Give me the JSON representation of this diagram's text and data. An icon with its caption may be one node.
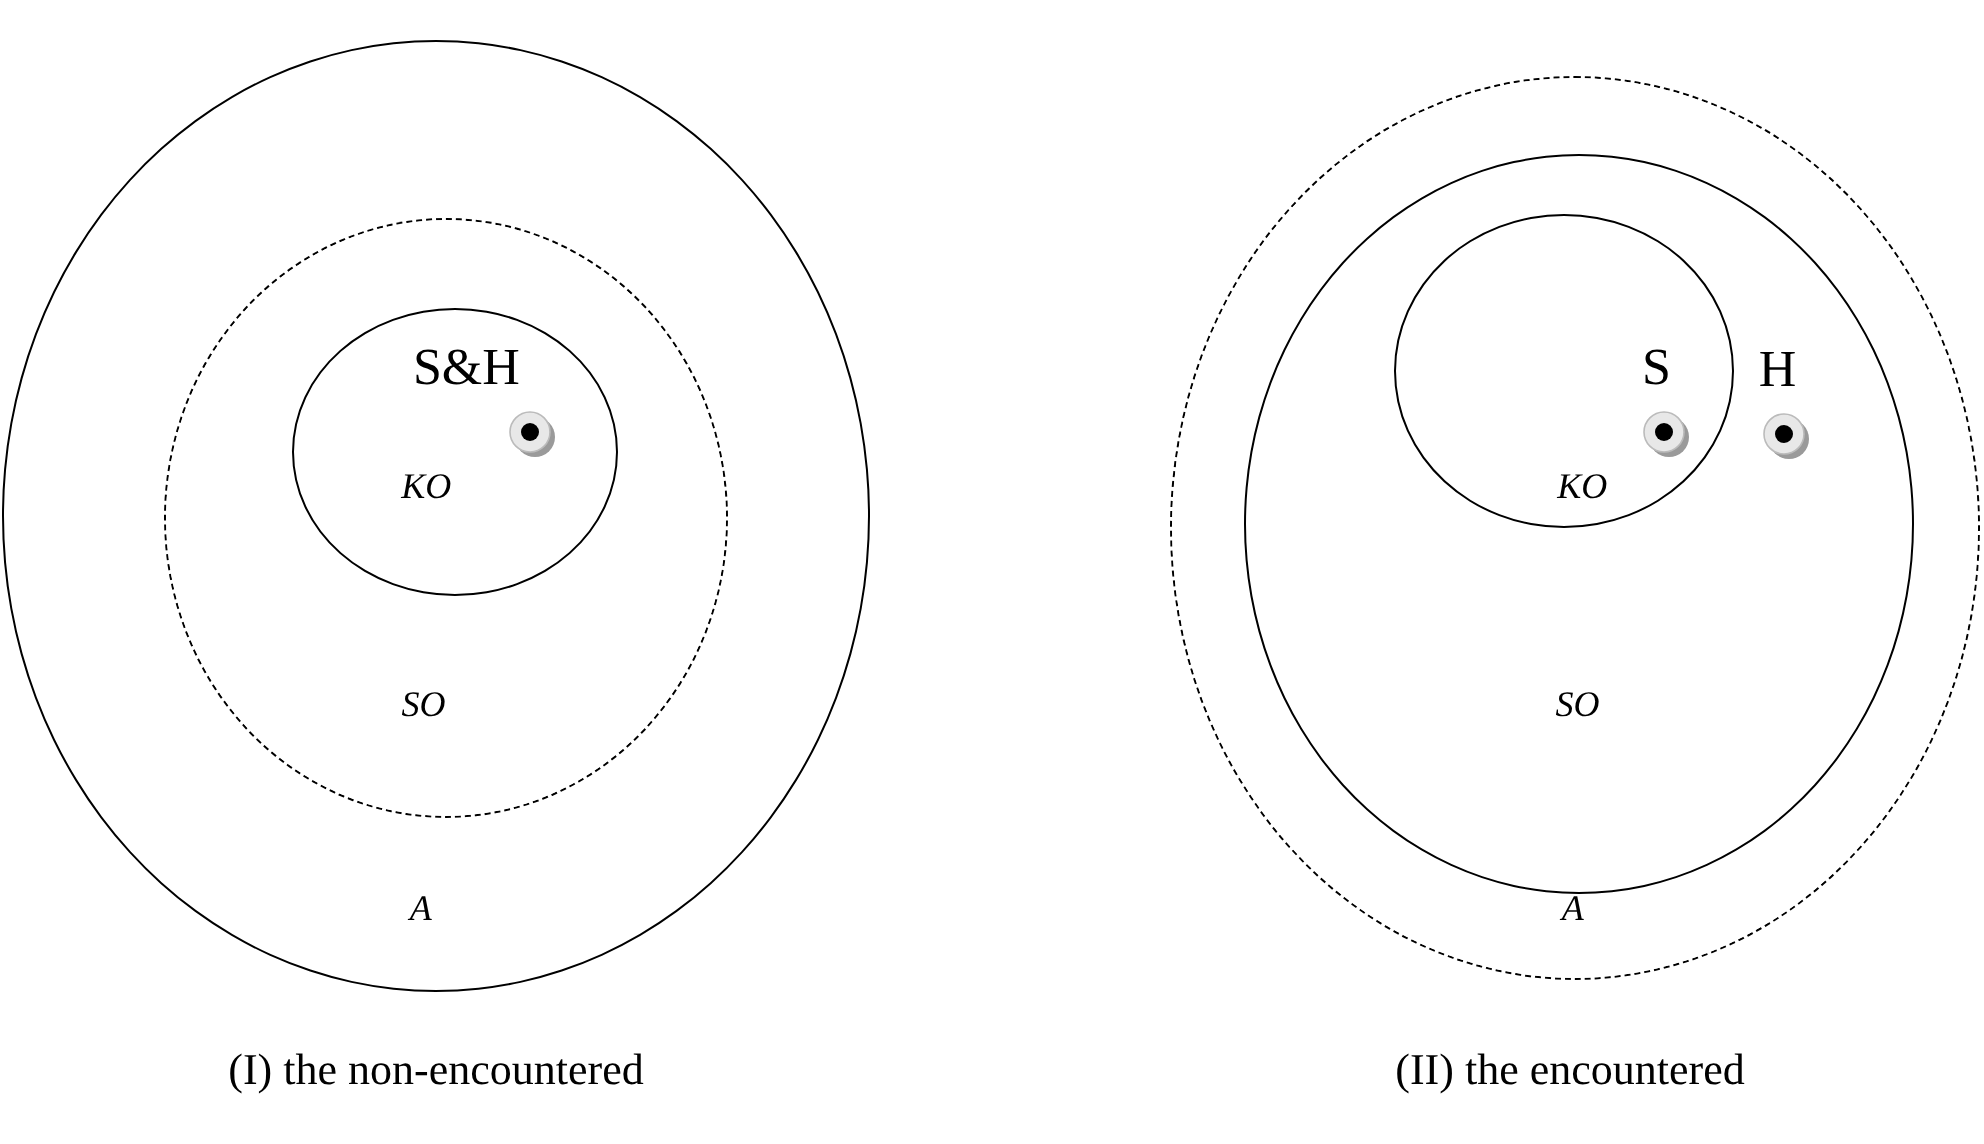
{
  "diagram": {
    "nodes": [
      {
        "text": [
          "A"
        ]
      },
      {
        "text": [
          "SO"
        ],
        "in": 0
      },
      {
        "text": [
          "S&H",
          "KO"
        ],
        "in": 1
      },
      {
        "text": [
          "A"
        ]
      },
      {
        "text": [
          "H",
          "SO"
        ],
        "in": 3
      },
      {
        "text": [
          "S",
          "KO"
        ],
        "in": 4
      }
    ],
    "labels": [
      "(I) the non-encountered",
      "(II) the encountered"
    ]
  }
}
